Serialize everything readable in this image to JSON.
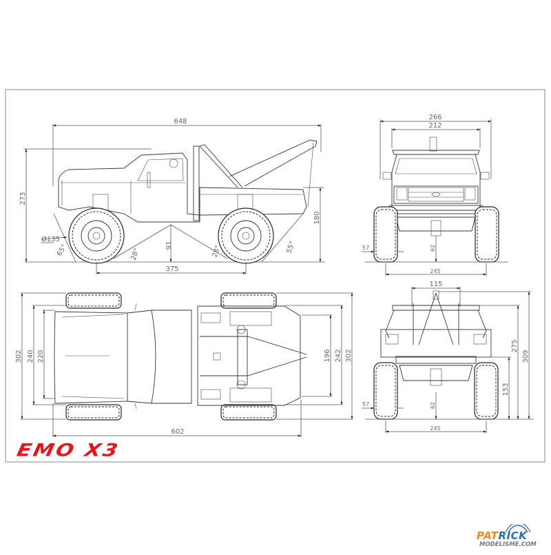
{
  "drawing": {
    "title": "EMO X3",
    "title_color": "#e8141b",
    "frame_color": "#9a9a9a"
  },
  "side_view": {
    "overall_length": "648",
    "overall_height": "273",
    "crane_height": "180",
    "tire_diameter": "Ø135",
    "ground_clearance": "91",
    "wheelbase": "375",
    "approach_angle": "65°",
    "breakover_angle_front": "28°",
    "breakover_angle_rear": "28°",
    "departure_angle": "55°"
  },
  "front_view": {
    "overall_width": "266",
    "body_width": "212",
    "tire_width": "57",
    "axle_clearance": "62",
    "track_width": "245"
  },
  "top_view": {
    "overall_length": "602",
    "width_tires_front": "302",
    "width_front_1": "240",
    "width_front_2": "220",
    "width_rear_1": "196",
    "width_rear_2": "242",
    "width_tires_rear": "302"
  },
  "rear_view": {
    "crane_width": "115",
    "bed_height": "275",
    "overall_height": "309",
    "bumper_height": "153",
    "tire_width": "57",
    "axle_clearance": "62",
    "track_width": "245"
  },
  "watermark": {
    "brand_part1": "PAT",
    "brand_part2": "RICK",
    "subtitle": "MODELISME.COM",
    "color_primary": "#f08a1c",
    "color_secondary": "#2a6db5"
  }
}
